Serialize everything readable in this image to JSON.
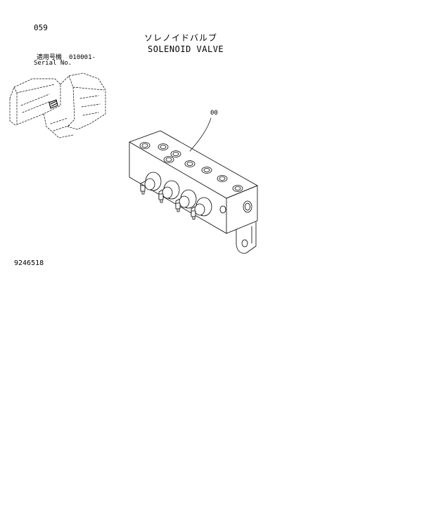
{
  "page": {
    "number": "059",
    "title_jp": "ソレノイドバルブ",
    "title_en": "SOLENOID VALVE"
  },
  "serial": {
    "label_jp": "適用号機",
    "label_en": "Serial No.",
    "range": "010001-"
  },
  "callouts": [
    {
      "ref": "00"
    }
  ],
  "drawing_number": "9246518"
}
